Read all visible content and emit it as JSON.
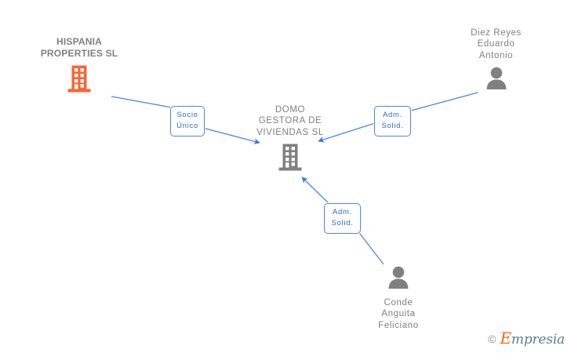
{
  "diagram": {
    "type": "corporate-relationship-graph",
    "background": "#ffffff",
    "colors": {
      "edge": "#4a86e8",
      "relation_text": "#2b6cc4",
      "node_text": "#808080",
      "company_highlight": "#fa6432",
      "company_default": "#808080",
      "person": "#808080"
    },
    "nodes": [
      {
        "id": "hispania",
        "label": "HISPANIA\nPROPERTIES SL",
        "icon": "building-icon",
        "kind": "company",
        "highlighted": true,
        "label_position": "above"
      },
      {
        "id": "domo",
        "label": "DOMO\nGESTORA DE\nVIVIENDAS SL",
        "icon": "building-icon",
        "kind": "company",
        "highlighted": false,
        "label_position": "above"
      },
      {
        "id": "diez-reyes",
        "label": "Diez Reyes\nEduardo\nAntonio",
        "icon": "person-icon",
        "kind": "person",
        "label_position": "above"
      },
      {
        "id": "conde-anguita",
        "label": "Conde\nAnguita\nFeliciano",
        "icon": "person-icon",
        "kind": "person",
        "label_position": "below"
      }
    ],
    "edges": [
      {
        "id": "e1",
        "from": "hispania",
        "to": "domo",
        "relation": "Socio\nÚnico"
      },
      {
        "id": "e2",
        "from": "diez-reyes",
        "to": "domo",
        "relation": "Adm.\nSolid."
      },
      {
        "id": "e3",
        "from": "conde-anguita",
        "to": "domo",
        "relation": "Adm.\nSolid."
      }
    ]
  },
  "watermark": {
    "copyright": "©",
    "brand_initial": "E",
    "brand_rest": "mpresia"
  }
}
